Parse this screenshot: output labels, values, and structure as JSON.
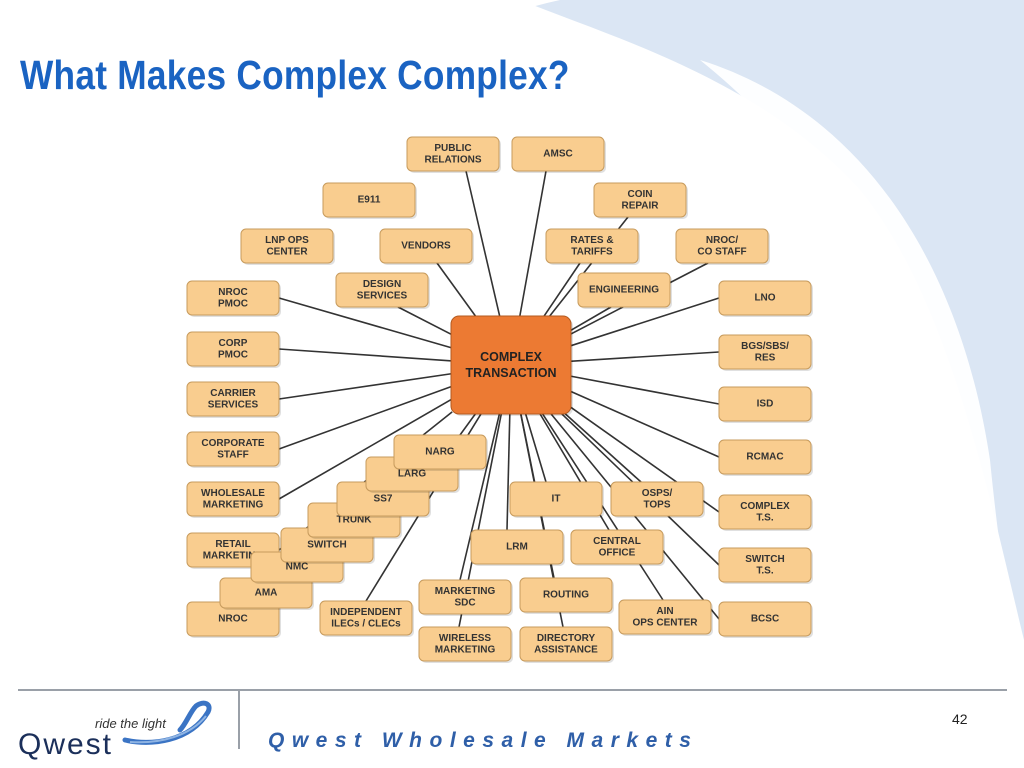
{
  "slide": {
    "title": "What Makes Complex Complex?",
    "page_number": "42"
  },
  "footer": {
    "brand": "Qwest",
    "tagline": "ride the light",
    "division": "Qwest Wholesale Markets"
  },
  "colors": {
    "title": "#1a63c2",
    "node_fill": "#f9cd8f",
    "node_border": "#c79b5d",
    "center_fill": "#ec7a33",
    "center_border": "#b35a1f",
    "connector": "#333333",
    "footer_text": "#2f5fa8"
  },
  "diagram": {
    "center": {
      "id": "center",
      "label": [
        "COMPLEX",
        "TRANSACTION"
      ]
    },
    "nodes": [
      {
        "id": "public-relations",
        "label": [
          "PUBLIC",
          "RELATIONS"
        ]
      },
      {
        "id": "amsc",
        "label": [
          "AMSC"
        ]
      },
      {
        "id": "e911",
        "label": [
          "E911"
        ]
      },
      {
        "id": "coin-repair",
        "label": [
          "COIN",
          "REPAIR"
        ]
      },
      {
        "id": "lnp-ops-center",
        "label": [
          "LNP OPS",
          "CENTER"
        ]
      },
      {
        "id": "vendors",
        "label": [
          "VENDORS"
        ]
      },
      {
        "id": "rates-tariffs",
        "label": [
          "RATES &",
          "TARIFFS"
        ]
      },
      {
        "id": "nroc-co-staff",
        "label": [
          "NROC/",
          "CO STAFF"
        ]
      },
      {
        "id": "design-services",
        "label": [
          "DESIGN",
          "SERVICES"
        ]
      },
      {
        "id": "engineering",
        "label": [
          "ENGINEERING"
        ]
      },
      {
        "id": "nroc-pmoc",
        "label": [
          "NROC",
          "PMOC"
        ]
      },
      {
        "id": "lno",
        "label": [
          "LNO"
        ]
      },
      {
        "id": "corp-pmoc",
        "label": [
          "CORP",
          "PMOC"
        ]
      },
      {
        "id": "bgs-sbs-res",
        "label": [
          "BGS/SBS/",
          "RES"
        ]
      },
      {
        "id": "carrier-services",
        "label": [
          "CARRIER",
          "SERVICES"
        ]
      },
      {
        "id": "isd",
        "label": [
          "ISD"
        ]
      },
      {
        "id": "corporate-staff",
        "label": [
          "CORPORATE",
          "STAFF"
        ]
      },
      {
        "id": "rcmac",
        "label": [
          "RCMAC"
        ]
      },
      {
        "id": "wholesale-marketing",
        "label": [
          "WHOLESALE",
          "MARKETING"
        ]
      },
      {
        "id": "complex-ts",
        "label": [
          "COMPLEX",
          "T.S."
        ]
      },
      {
        "id": "retail-marketing",
        "label": [
          "RETAIL",
          "MARKETING"
        ]
      },
      {
        "id": "switch-ts",
        "label": [
          "SWITCH",
          "T.S."
        ]
      },
      {
        "id": "nroc",
        "label": [
          "NROC"
        ]
      },
      {
        "id": "bcsc",
        "label": [
          "BCSC"
        ]
      },
      {
        "id": "ama",
        "label": [
          "AMA"
        ]
      },
      {
        "id": "nmc",
        "label": [
          "NMC"
        ]
      },
      {
        "id": "switch",
        "label": [
          "SWITCH"
        ]
      },
      {
        "id": "trunk",
        "label": [
          "TRUNK"
        ]
      },
      {
        "id": "ss7",
        "label": [
          "SS7"
        ]
      },
      {
        "id": "larg",
        "label": [
          "LARG"
        ]
      },
      {
        "id": "narg",
        "label": [
          "NARG"
        ]
      },
      {
        "id": "it",
        "label": [
          "IT"
        ]
      },
      {
        "id": "osps-tops",
        "label": [
          "OSPS/",
          "TOPS"
        ]
      },
      {
        "id": "lrm",
        "label": [
          "LRM"
        ]
      },
      {
        "id": "central-office",
        "label": [
          "CENTRAL",
          "OFFICE"
        ]
      },
      {
        "id": "independent-ilecs",
        "label": [
          "INDEPENDENT",
          "ILECs / CLECs"
        ]
      },
      {
        "id": "marketing-sdc",
        "label": [
          "MARKETING",
          "SDC"
        ]
      },
      {
        "id": "routing",
        "label": [
          "ROUTING"
        ]
      },
      {
        "id": "ain-ops-center",
        "label": [
          "AIN",
          "OPS CENTER"
        ]
      },
      {
        "id": "wireless-marketing",
        "label": [
          "WIRELESS",
          "MARKETING"
        ]
      },
      {
        "id": "directory-assistance",
        "label": [
          "DIRECTORY",
          "ASSISTANCE"
        ]
      }
    ],
    "connections": [
      "public-relations",
      "amsc",
      "coin-repair",
      "vendors",
      "rates-tariffs",
      "nroc-co-staff",
      "design-services",
      "engineering",
      "nroc-pmoc",
      "lno",
      "corp-pmoc",
      "bgs-sbs-res",
      "carrier-services",
      "isd",
      "corporate-staff",
      "rcmac",
      "wholesale-marketing",
      "complex-ts",
      "retail-marketing",
      "switch-ts",
      "bcsc",
      "independent-ilecs",
      "marketing-sdc",
      "wireless-marketing",
      "lrm",
      "routing",
      "it",
      "directory-assistance",
      "central-office",
      "osps-tops",
      "ain-ops-center",
      "narg"
    ]
  }
}
